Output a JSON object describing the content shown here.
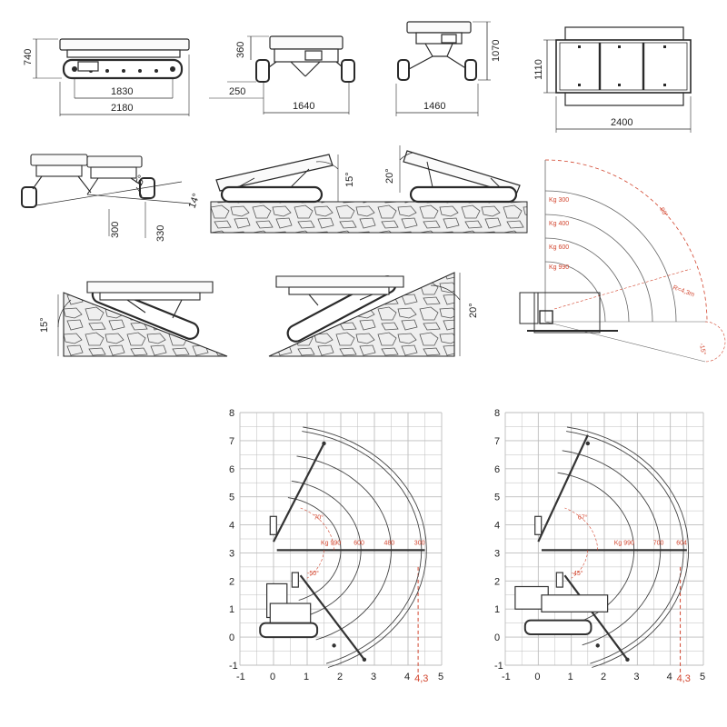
{
  "colors": {
    "line": "#2a2a2a",
    "accent": "#d2452e",
    "grid": "#bdbdbd",
    "ground": "#f0f0f0"
  },
  "views": {
    "side": {
      "height": "740",
      "track_length": "1830",
      "total_length": "2180"
    },
    "front_low": {
      "height": "360",
      "ground_clearance": "250",
      "width": "1640"
    },
    "front_high": {
      "height": "1070",
      "width": "1460"
    },
    "top": {
      "width": "1110",
      "length": "2400"
    }
  },
  "leveling": {
    "step_view": {
      "lift_low": "300",
      "lift_high": "330",
      "angle_small": "5°",
      "angle_large": "14°"
    },
    "tilt_left": "15°",
    "tilt_right": "20°",
    "slope_left": "15°",
    "slope_right": "20°"
  },
  "crane_reach": {
    "loads": [
      "Kg 300",
      "Kg 400",
      "Kg 600",
      "Kg 990"
    ],
    "radius_label": "R=4,3m",
    "arc_label": "90°",
    "side_label": "-15°"
  },
  "chart_data": [
    {
      "type": "diagram",
      "x": [
        -1,
        0,
        1,
        2,
        3,
        4,
        5
      ],
      "y": [
        -1,
        0,
        1,
        2,
        3,
        4,
        5,
        6,
        7,
        8
      ],
      "xlim": [
        -1,
        5
      ],
      "ylim": [
        -1,
        8
      ],
      "x_ticks": [
        "-1",
        "0",
        "1",
        "2",
        "3",
        "4",
        "5"
      ],
      "y_ticks": [
        "-1",
        "0",
        "1",
        "2",
        "3",
        "4",
        "5",
        "6",
        "7",
        "8"
      ],
      "max_reach": 4.3,
      "max_reach_label": "4,3",
      "boom_height": 3.1,
      "load_labels": [
        "Kg 990",
        "600",
        "480",
        "300"
      ],
      "load_radii": [
        1.9,
        2.5,
        3.4,
        4.3
      ],
      "boom_tip": [
        1.5,
        6.9
      ],
      "angle_labels": [
        "70°",
        "-50°"
      ]
    },
    {
      "type": "diagram",
      "x": [
        -1,
        0,
        1,
        2,
        3,
        4,
        5
      ],
      "y": [
        -1,
        0,
        1,
        2,
        3,
        4,
        5,
        6,
        7,
        8
      ],
      "xlim": [
        -1,
        5
      ],
      "ylim": [
        -1,
        8
      ],
      "x_ticks": [
        "-1",
        "0",
        "1",
        "2",
        "3",
        "4",
        "5"
      ],
      "y_ticks": [
        "-1",
        "0",
        "1",
        "2",
        "3",
        "4",
        "5",
        "6",
        "7",
        "8"
      ],
      "max_reach": 4.3,
      "max_reach_label": "4,3",
      "boom_height": 3.1,
      "load_labels": [
        "Kg 990",
        "700",
        "604"
      ],
      "load_radii": [
        2.8,
        3.6,
        4.3
      ],
      "boom_tip": [
        1.5,
        7.2
      ],
      "angle_labels": [
        "67°",
        "-45°"
      ]
    }
  ]
}
